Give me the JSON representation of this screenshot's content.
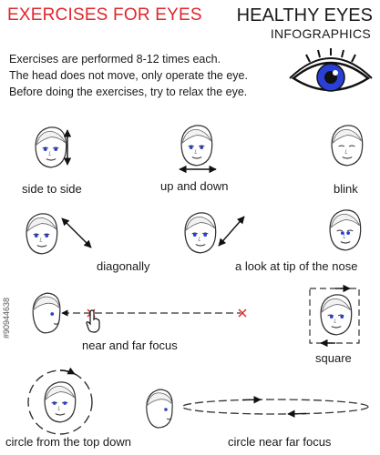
{
  "header": {
    "title": "EXERCISES FOR EYES",
    "brand_line1": "HEALTHY EYES",
    "brand_line2": "INFOGRAPHICS",
    "title_color": "#e0262b",
    "iris_color": "#2a3fd6"
  },
  "intro": {
    "line1": "Exercises are performed 8-12 times each.",
    "line2": "The head does not move, only operate the eye.",
    "line3": "Before doing the exercises, try to relax the eye."
  },
  "exercises": {
    "side_to_side": "side to side",
    "up_and_down": "up and down",
    "blink": "blink",
    "diagonally": "diagonally",
    "tip_of_nose": "a look at tip of the nose",
    "near_far_focus": "near and far focus",
    "square": "square",
    "circle_top_down": "circle from the top down",
    "circle_near_far": "circle near far focus"
  },
  "icons": {
    "eye_logo": "eye-icon",
    "face": "face-icon",
    "arrow": "arrow-icon",
    "hand_pointer": "hand-pointer-icon",
    "target_mark": "x-mark-icon"
  },
  "watermark": {
    "id": "#90944638"
  }
}
